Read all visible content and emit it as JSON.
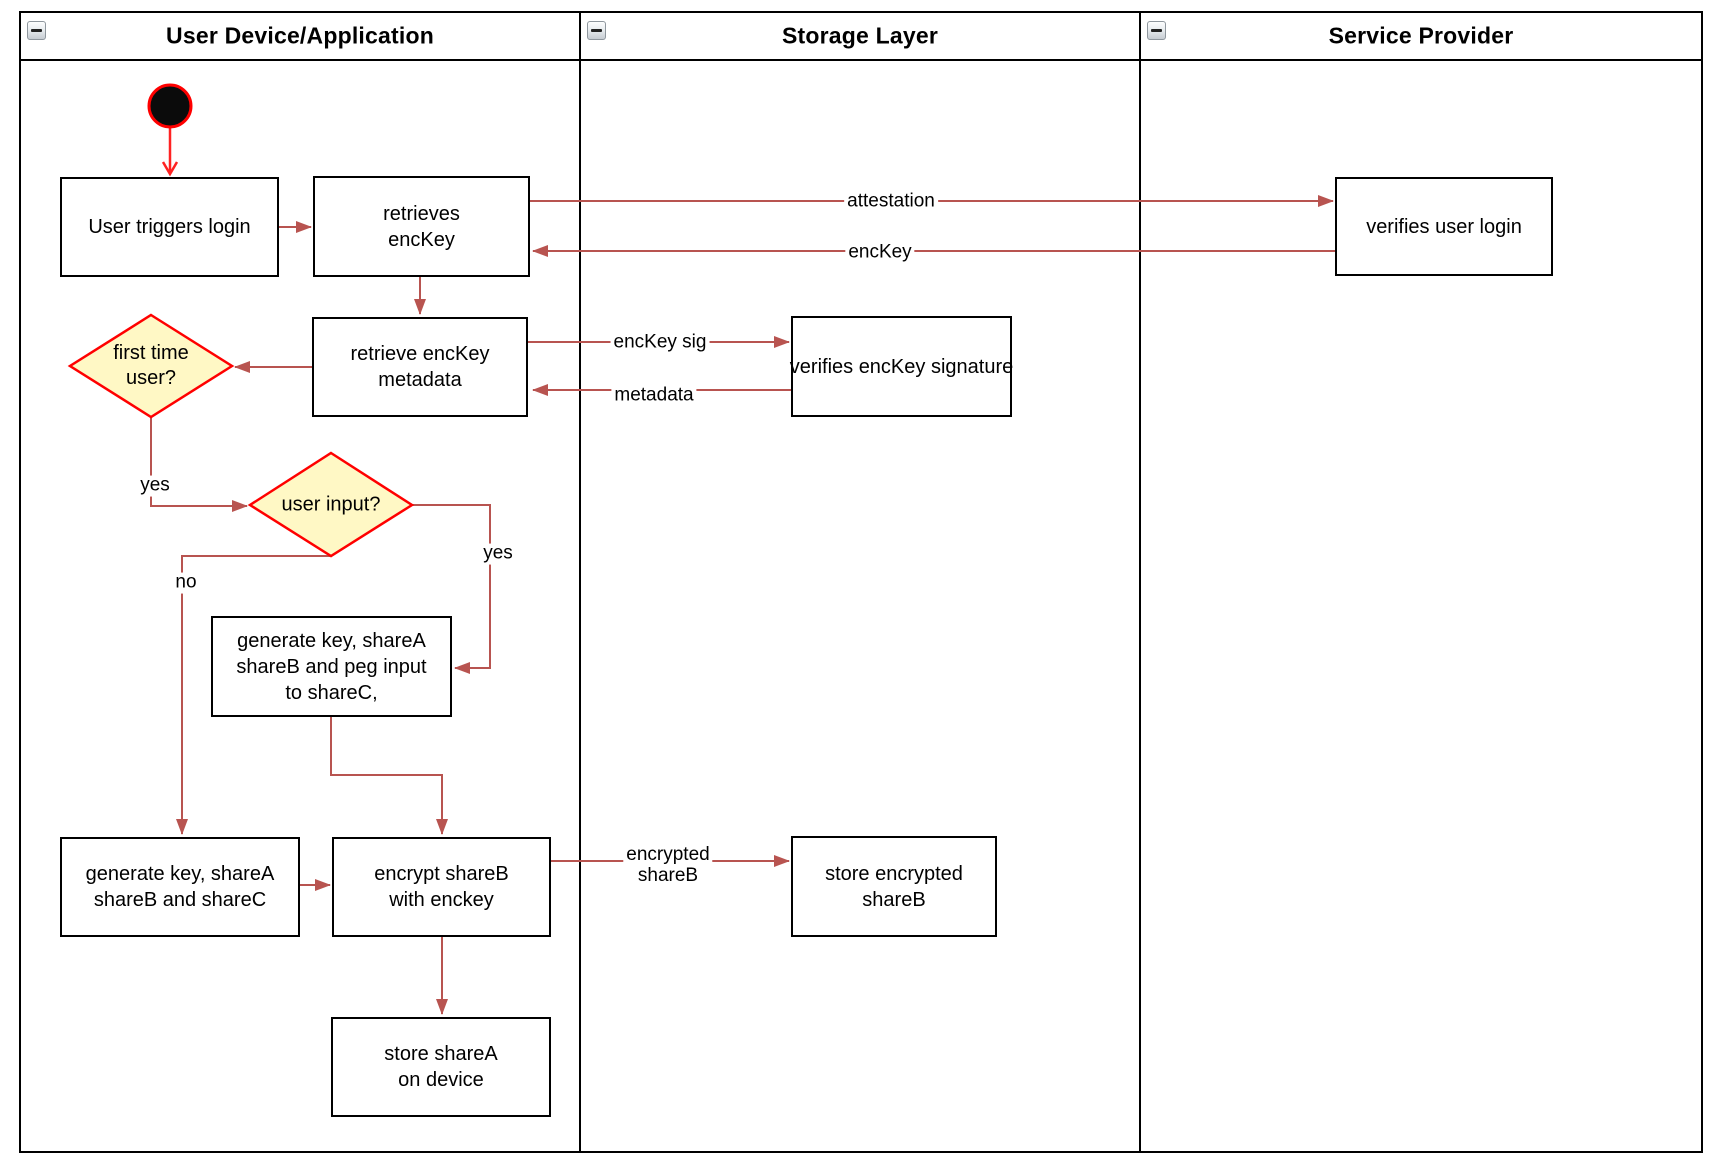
{
  "diagram": {
    "lanes": [
      {
        "title": "User Device/Application",
        "collapse_icon": "minus-icon"
      },
      {
        "title": "Storage Layer",
        "collapse_icon": "minus-icon"
      },
      {
        "title": "Service Provider",
        "collapse_icon": "minus-icon"
      }
    ],
    "nodes": {
      "start": {
        "type": "start-state"
      },
      "user_triggers_login": {
        "label": "User triggers login"
      },
      "retrieves_enckey": {
        "label": "retrieves\nencKey"
      },
      "verifies_user_login": {
        "label": "verifies user login"
      },
      "retrieve_enckey_metadata": {
        "label": "retrieve encKey\nmetadata"
      },
      "verifies_enckey_signature": {
        "label": "verifies encKey signature"
      },
      "first_time_user": {
        "label": "first time\nuser?"
      },
      "user_input": {
        "label": "user input?"
      },
      "generate_key_peg": {
        "label": "generate key, shareA\nshareB and peg input\nto shareC,"
      },
      "generate_key_abc": {
        "label": "generate key, shareA\nshareB and shareC"
      },
      "encrypt_shareb": {
        "label": "encrypt shareB\nwith enckey"
      },
      "store_encrypted_shareb": {
        "label": "store encrypted\nshareB"
      },
      "store_sharea": {
        "label": "store shareA\non device"
      }
    },
    "edge_labels": {
      "attestation": "attestation",
      "enckey": "encKey",
      "enckey_sig": "encKey sig",
      "metadata": "metadata",
      "yes_first_time": "yes",
      "yes_user_input": "yes",
      "no_user_input": "no",
      "encrypted_shareb": "encrypted\nshareB"
    },
    "colors": {
      "edge": "#B85450",
      "start_edge": "#FF2222",
      "decision_fill": "#FFF8C5",
      "decision_stroke": "#FF0000",
      "node_stroke": "#000000",
      "node_fill": "#FFFFFF"
    }
  }
}
